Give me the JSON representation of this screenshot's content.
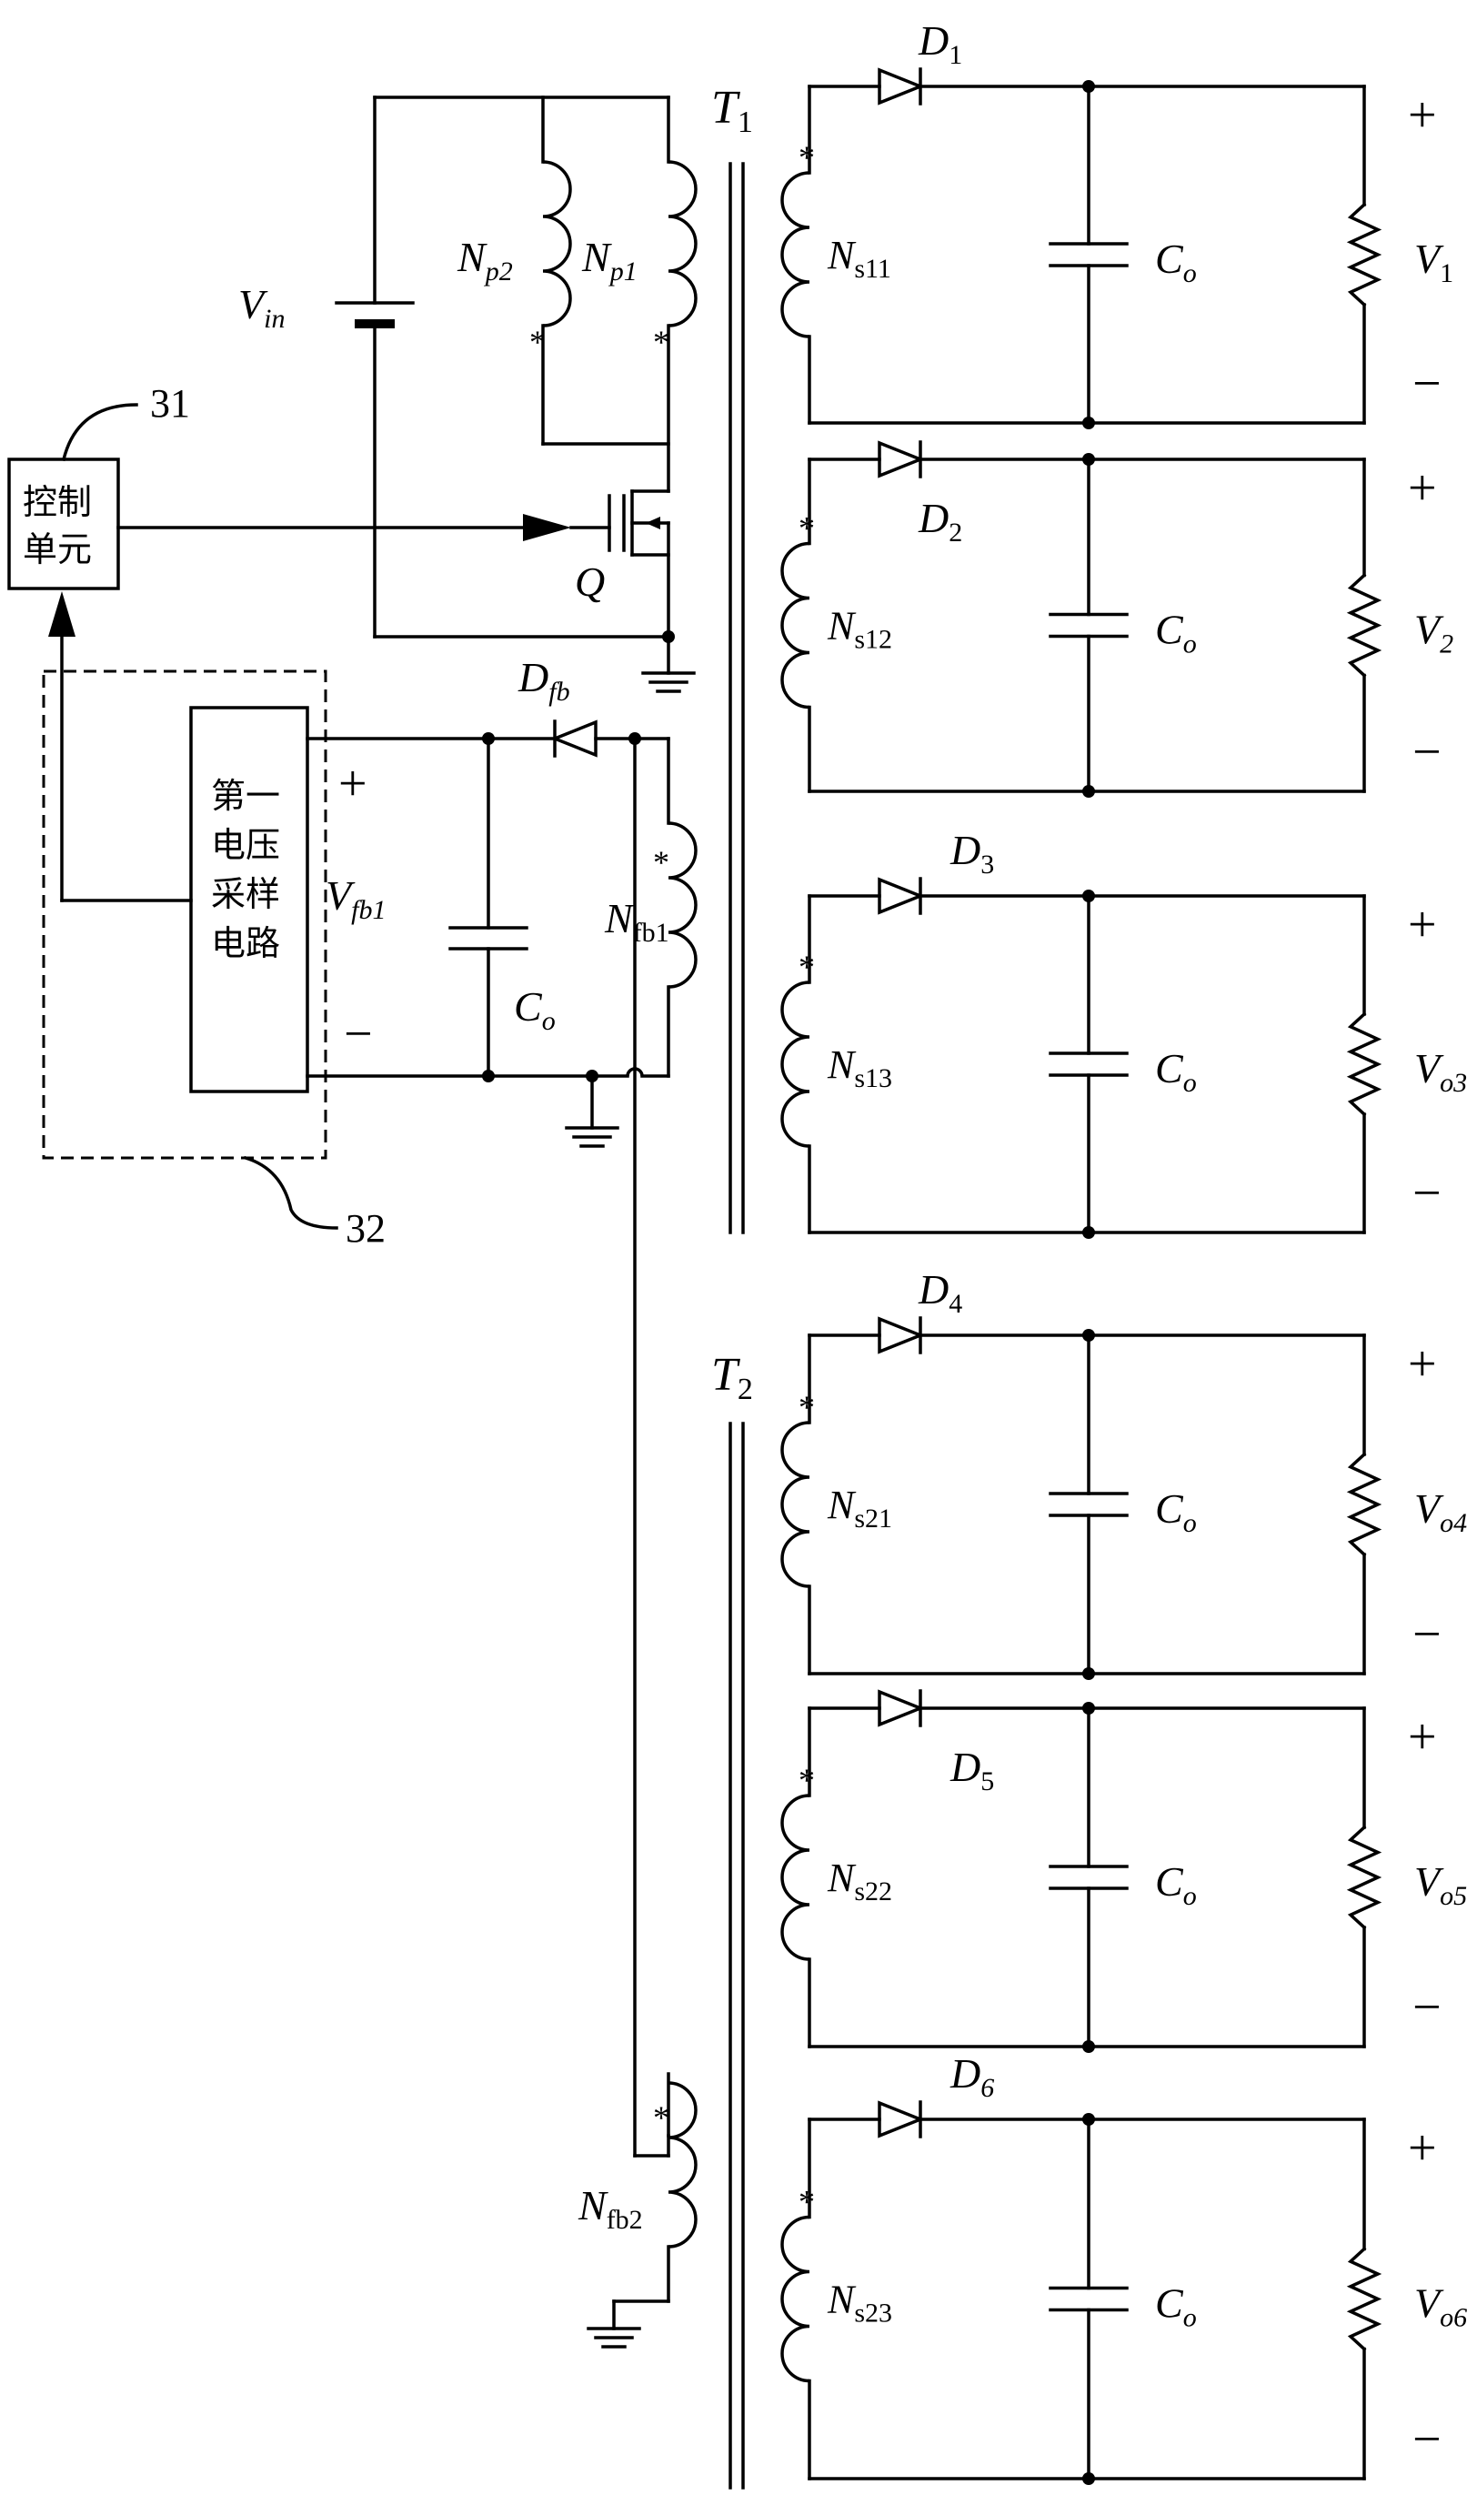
{
  "transformers": {
    "t1": "T",
    "t1_sub": "1",
    "t2": "T",
    "t2_sub": "2"
  },
  "input": {
    "source": "V",
    "source_sub": "in",
    "switch": "Q"
  },
  "primary": {
    "np2": "N",
    "np2_sub": "p2",
    "np1": "N",
    "np1_sub": "p1"
  },
  "dot_mark": "*",
  "blocks": {
    "control_line1": "控制",
    "control_line2": "单元",
    "control_ref": "31",
    "sampler_line1": "第一",
    "sampler_line2": "电压",
    "sampler_line3": "采样",
    "sampler_line4": "电路",
    "sampler_ref": "32"
  },
  "feedback": {
    "diode": "D",
    "diode_sub": "fb",
    "winding1": "N",
    "winding1_sub": "fb1",
    "winding2": "N",
    "winding2_sub": "fb2",
    "voltage": "V",
    "voltage_sub": "fb1",
    "cap": "C",
    "cap_sub": "o",
    "plus": "+",
    "minus": "−"
  },
  "outputs": [
    {
      "diode": "D",
      "diode_sub": "1",
      "winding": "N",
      "winding_sub": "s11",
      "cap": "C",
      "cap_sub": "o",
      "volt": "V",
      "volt_sub": "1",
      "plus": "+",
      "minus": "−"
    },
    {
      "diode": "D",
      "diode_sub": "2",
      "winding": "N",
      "winding_sub": "s12",
      "cap": "C",
      "cap_sub": "o",
      "volt": "V",
      "volt_sub": "2",
      "plus": "+",
      "minus": "−"
    },
    {
      "diode": "D",
      "diode_sub": "3",
      "winding": "N",
      "winding_sub": "s13",
      "cap": "C",
      "cap_sub": "o",
      "volt": "V",
      "volt_sub": "o3",
      "plus": "+",
      "minus": "−"
    },
    {
      "diode": "D",
      "diode_sub": "4",
      "winding": "N",
      "winding_sub": "s21",
      "cap": "C",
      "cap_sub": "o",
      "volt": "V",
      "volt_sub": "o4",
      "plus": "+",
      "minus": "−"
    },
    {
      "diode": "D",
      "diode_sub": "5",
      "winding": "N",
      "winding_sub": "s22",
      "cap": "C",
      "cap_sub": "o",
      "volt": "V",
      "volt_sub": "o5",
      "plus": "+",
      "minus": "−"
    },
    {
      "diode": "D",
      "diode_sub": "6",
      "winding": "N",
      "winding_sub": "s23",
      "cap": "C",
      "cap_sub": "o",
      "volt": "V",
      "volt_sub": "o6",
      "plus": "+",
      "minus": "−"
    }
  ]
}
